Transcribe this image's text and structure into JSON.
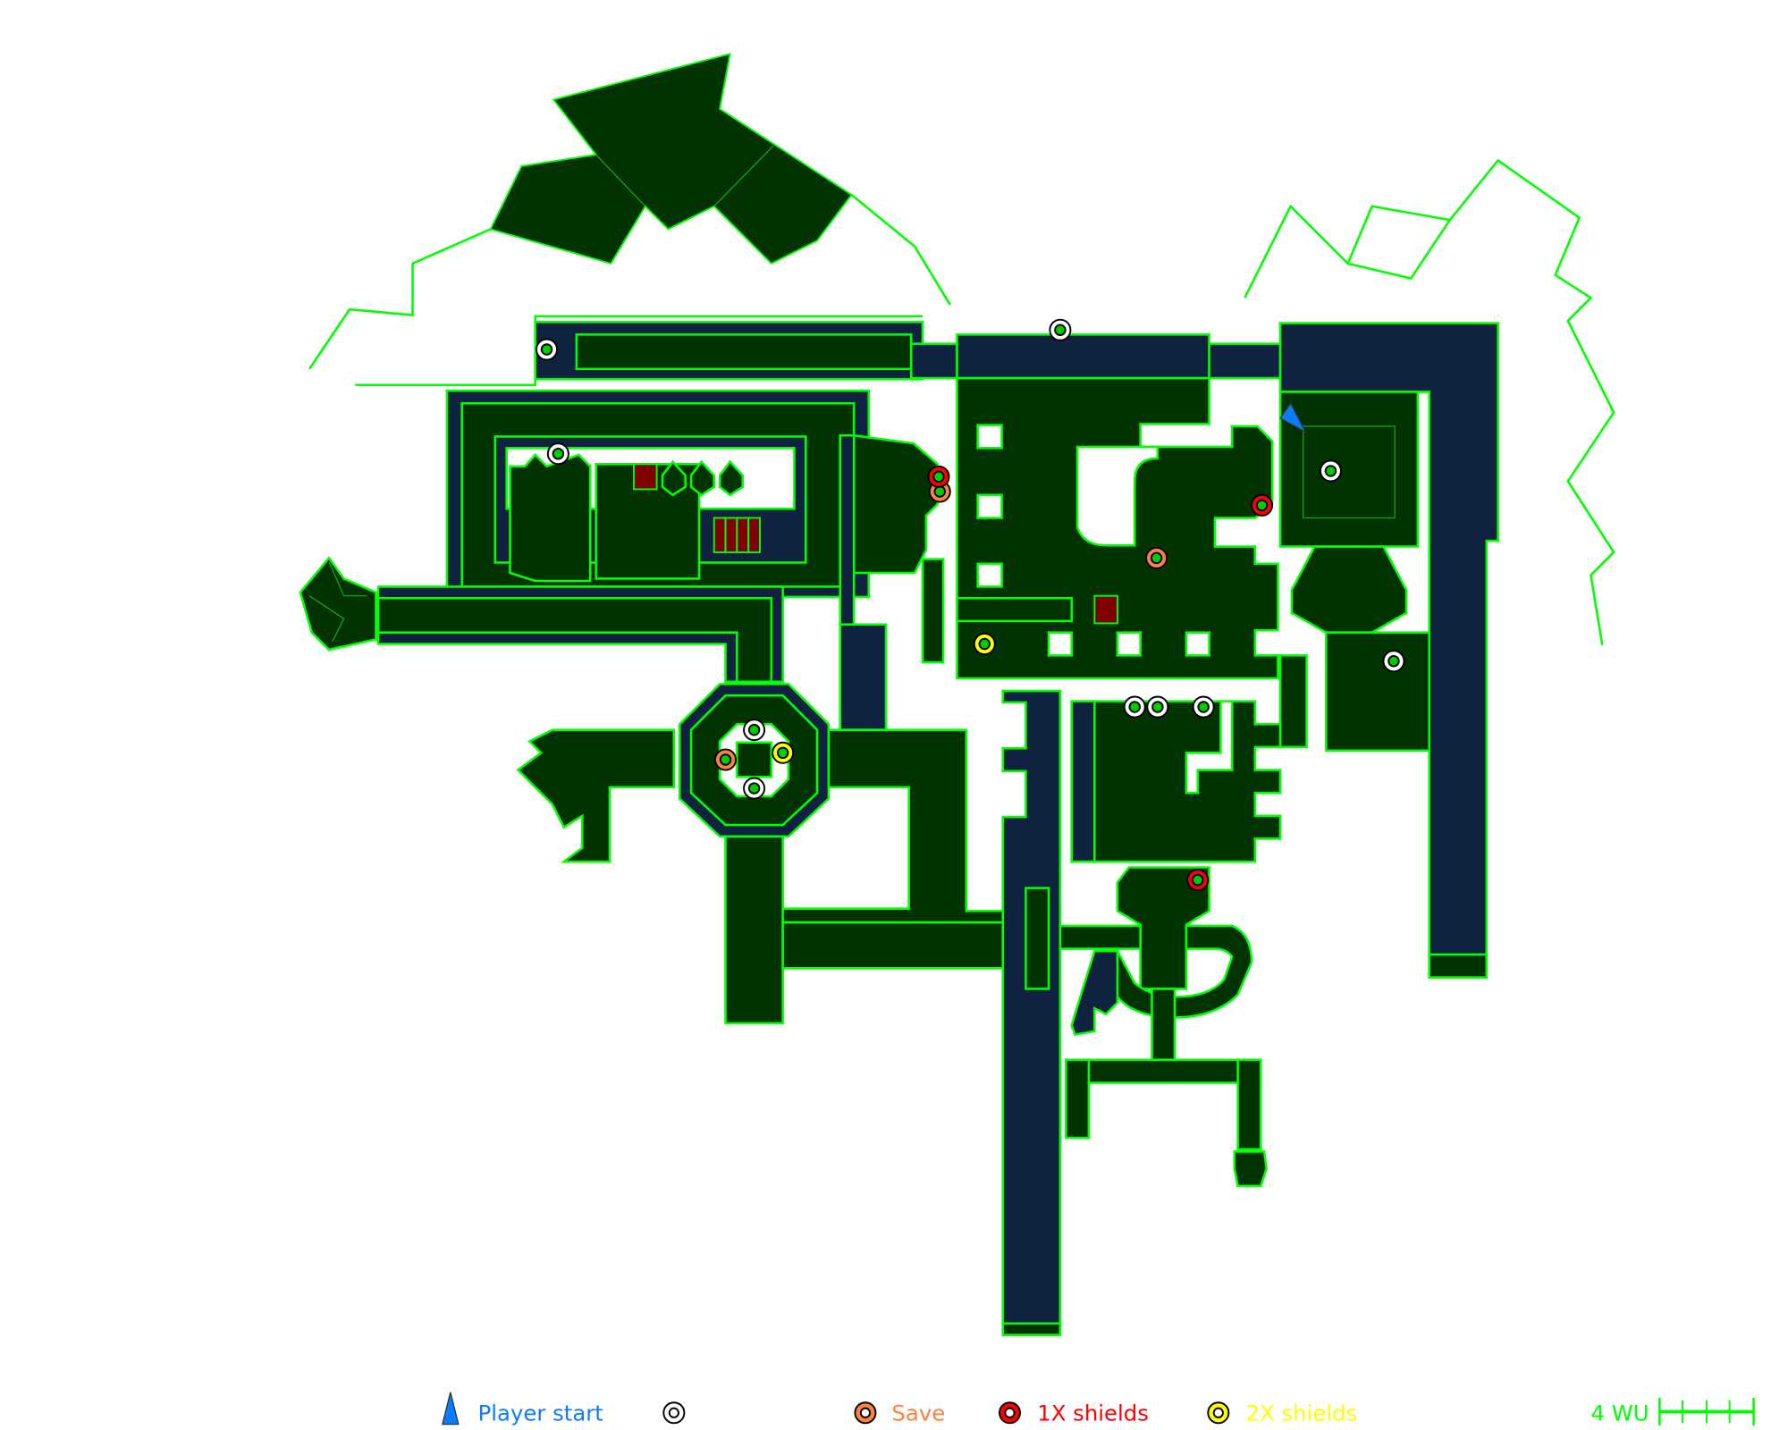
{
  "colors": {
    "polygon_fill": "#003300",
    "liquid_fill": "#0f2340",
    "wall_line": "#00ff00",
    "door": "#800000",
    "player_start": "#0a7cff",
    "save": "#ff8040",
    "shield_1x": "#ff0000",
    "shield_2x": "#ffff00",
    "item_generic": "#ffffff"
  },
  "legend": {
    "player_start": "Player start",
    "generic_item": "",
    "save": "Save",
    "shield_1x": "1X shields",
    "shield_2x": "2X shields",
    "scale": "4 WU"
  }
}
